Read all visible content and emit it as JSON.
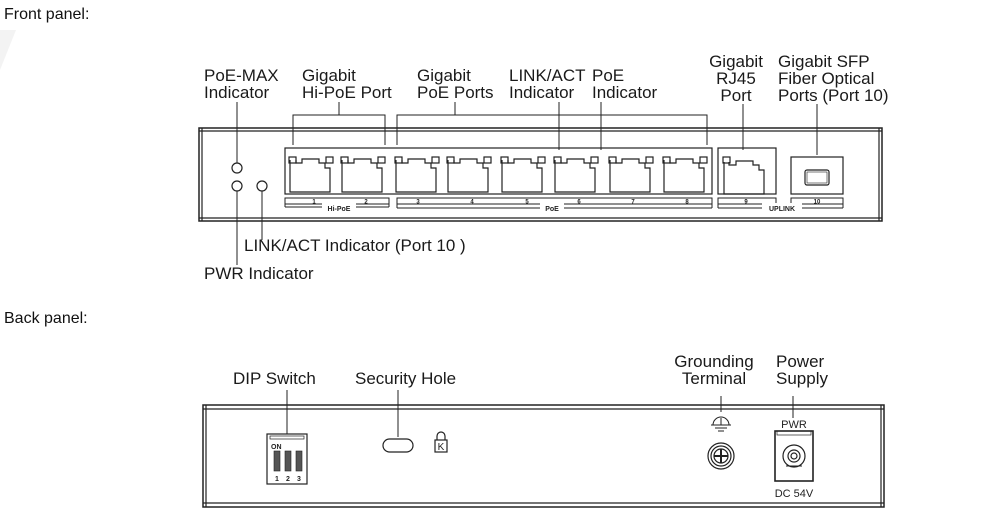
{
  "front": {
    "title": "Front panel:",
    "labels": {
      "poe_max_1": "PoE-MAX",
      "poe_max_2": "Indicator",
      "hipoe_1": "Gigabit",
      "hipoe_2": "Hi-PoE Port",
      "poe_1": "Gigabit",
      "poe_2": "PoE Ports",
      "linkact_1": "LINK/ACT",
      "linkact_2": "Indicator",
      "poeind_1": "PoE",
      "poeind_2": "Indicator",
      "rj45_1": "Gigabit",
      "rj45_2": "RJ45",
      "rj45_3": "Port",
      "sfp_1": "Gigabit SFP",
      "sfp_2": "Fiber Optical",
      "sfp_3": "Ports (Port 10)",
      "linkact10": "LINK/ACT Indicator (Port 10 )",
      "pwr": "PWR Indicator"
    },
    "port_numbers": [
      "1",
      "2",
      "3",
      "4",
      "5",
      "6",
      "7",
      "8",
      "9",
      "10"
    ],
    "groups": {
      "hipoe": "Hi-PoE",
      "poe": "PoE",
      "uplink": "UPLINK"
    }
  },
  "back": {
    "title": "Back panel:",
    "labels": {
      "dip": "DIP Switch",
      "security": "Security Hole",
      "ground_1": "Grounding",
      "ground_2": "Terminal",
      "power_1": "Power",
      "power_2": "Supply"
    },
    "dip_on": "ON",
    "dip_numbers": [
      "1",
      "2",
      "3"
    ],
    "lock_letter": "K",
    "pwr_label": "PWR",
    "dc_label": "DC 54V"
  }
}
